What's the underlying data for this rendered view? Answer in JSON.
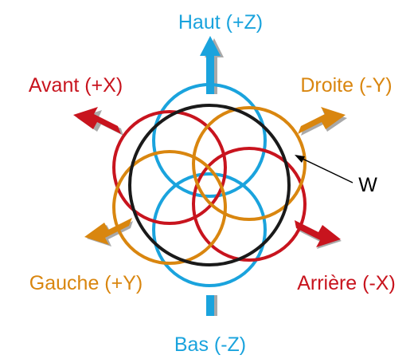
{
  "labels": {
    "top": "Haut (+Z)",
    "bottom": "Bas (-Z)",
    "front": "Avant (+X)",
    "back": "Arrière (-X)",
    "right": "Droite (-Y)",
    "left": "Gauche (+Y)",
    "w": "W"
  },
  "colors": {
    "z_axis": "#1aa3dd",
    "x_axis": "#c8141e",
    "y_axis": "#d9860f",
    "sphere": "#1a1a1a",
    "arrow_shadow": "#9a9a9a",
    "pointer": "#000000"
  }
}
